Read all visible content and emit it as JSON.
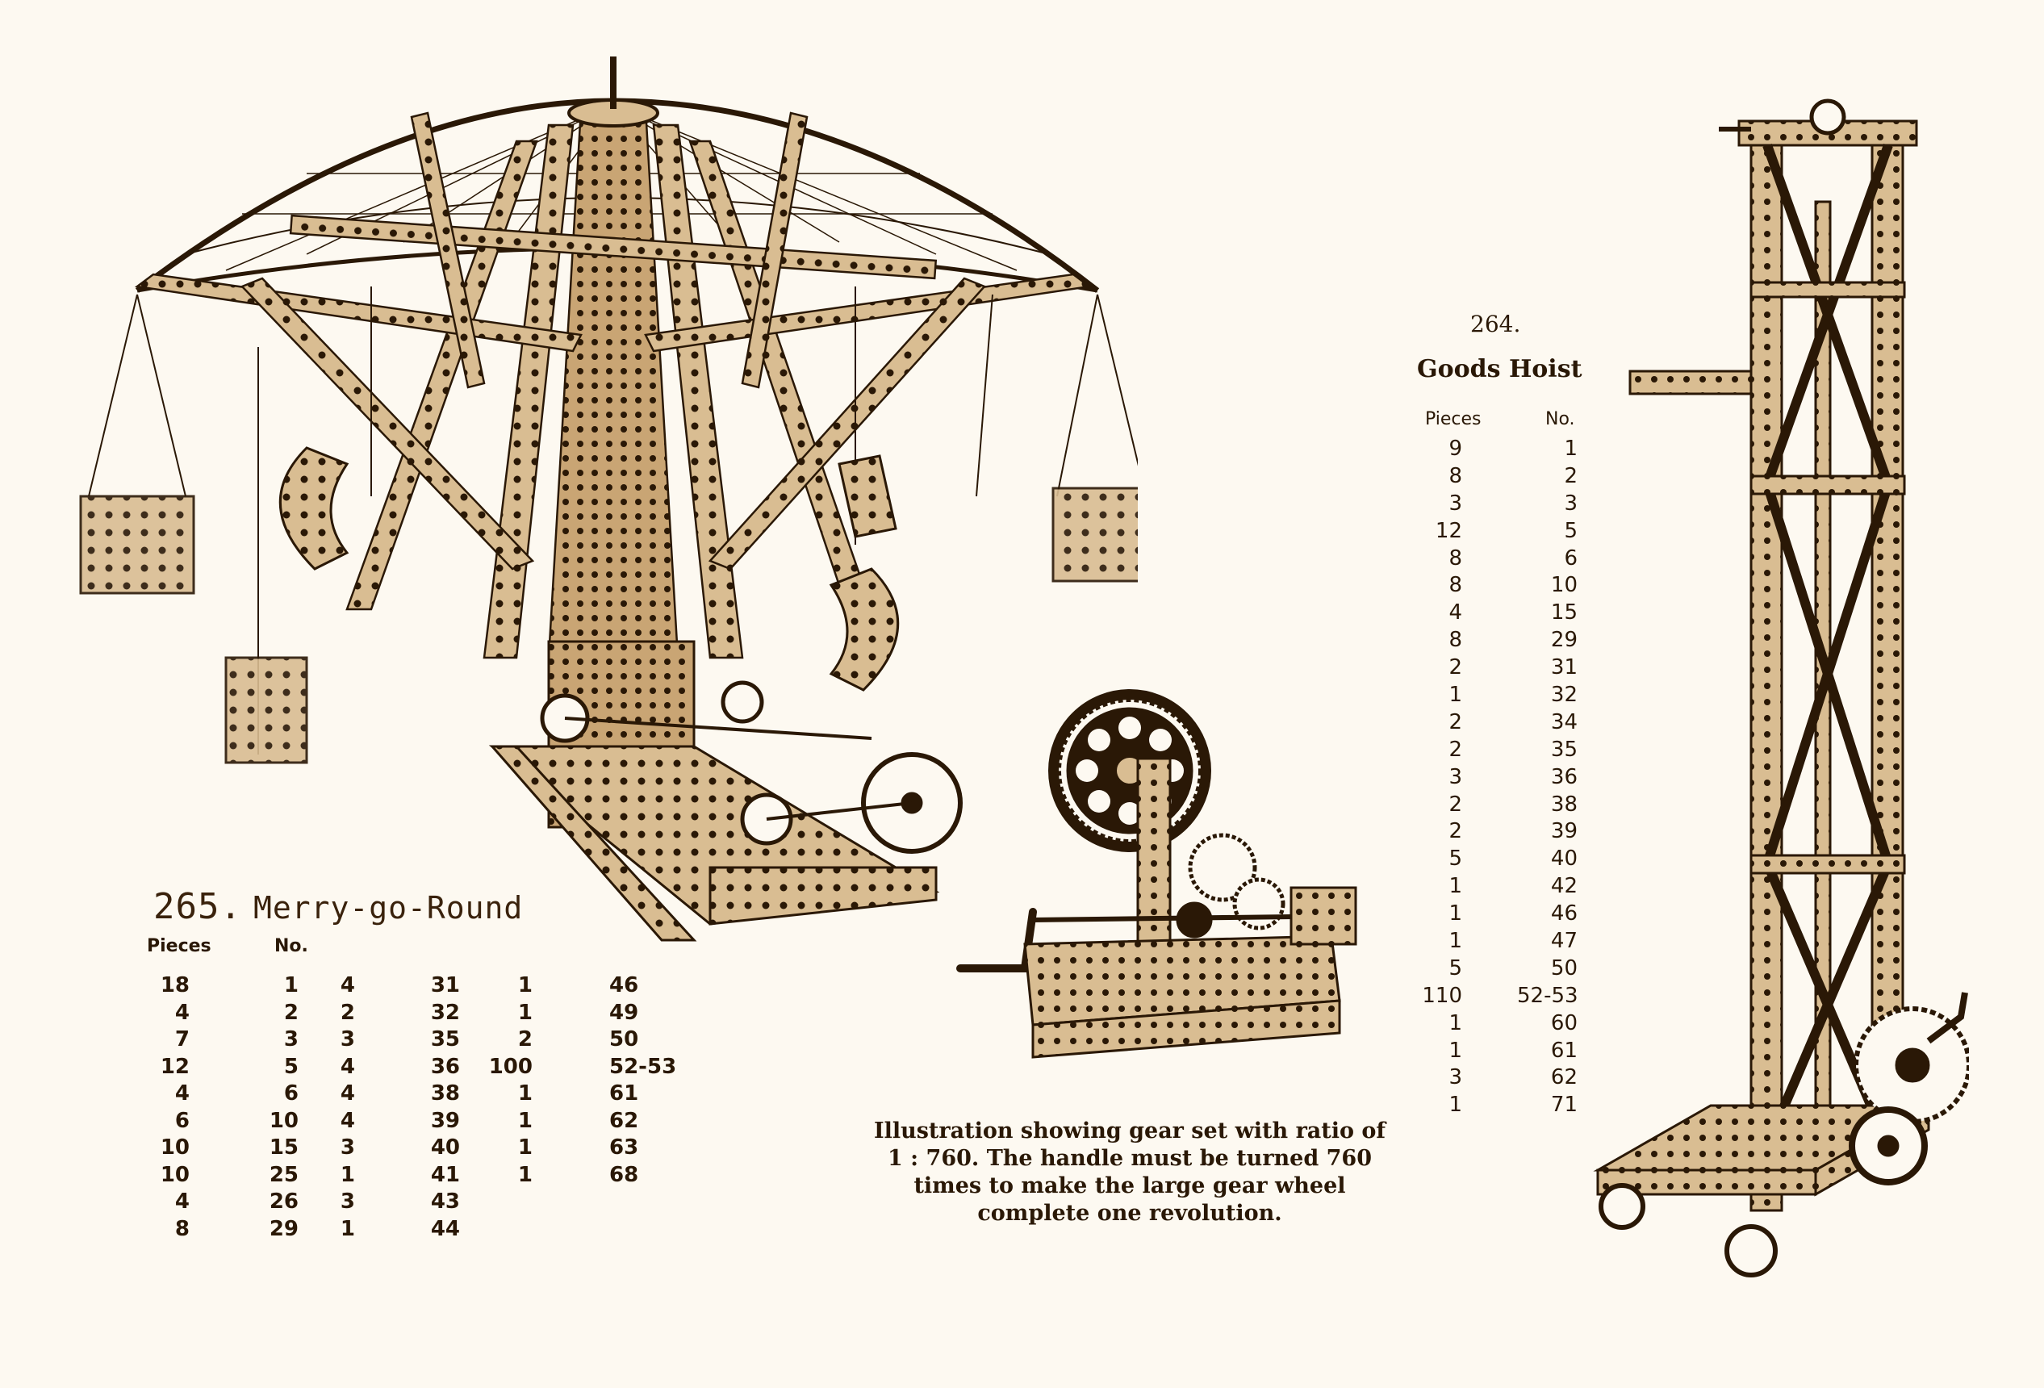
{
  "merry_go_round": {
    "number": "265.",
    "title": "Merry-go-Round",
    "headers": {
      "pieces": "Pieces",
      "no": "No."
    },
    "col1_pieces": [
      "18",
      "4",
      "7",
      "12",
      "4",
      "6",
      "10",
      "10",
      "4",
      "8"
    ],
    "col1_no": [
      "1",
      "2",
      "3",
      "5",
      "6",
      "10",
      "15",
      "25",
      "26",
      "29"
    ],
    "col2_pieces": [
      "4",
      "2",
      "3",
      "4",
      "4",
      "4",
      "3",
      "1",
      "3",
      "1"
    ],
    "col2_no": [
      "31",
      "32",
      "35",
      "36",
      "38",
      "39",
      "40",
      "41",
      "43",
      "44"
    ],
    "col3_pieces": [
      "1",
      "1",
      "2",
      "100",
      "1",
      "1",
      "1",
      "1"
    ],
    "col3_no": [
      "46",
      "49",
      "50",
      "52-53",
      "61",
      "62",
      "63",
      "68"
    ]
  },
  "gear_set": {
    "caption": "Illustration showing gear set with ratio of 1 : 760. The handle must be turned 760 times to make the large gear wheel complete one revolution."
  },
  "goods_hoist": {
    "number": "264.",
    "title": "Goods Hoist",
    "headers": {
      "pieces": "Pieces",
      "no": "No."
    },
    "pieces": [
      "9",
      "8",
      "3",
      "12",
      "8",
      "8",
      "4",
      "8",
      "2",
      "1",
      "2",
      "2",
      "3",
      "2",
      "2",
      "5",
      "1",
      "1",
      "1",
      "5",
      "110",
      "1",
      "1",
      "3",
      "1"
    ],
    "no": [
      "1",
      "2",
      "3",
      "5",
      "6",
      "10",
      "15",
      "29",
      "31",
      "32",
      "34",
      "35",
      "36",
      "38",
      "39",
      "40",
      "42",
      "46",
      "47",
      "50",
      "52-53",
      "60",
      "61",
      "62",
      "71"
    ]
  },
  "colors": {
    "ink": "#2a1806",
    "paper": "#fdf9f1",
    "metal": "#c8a77a"
  }
}
